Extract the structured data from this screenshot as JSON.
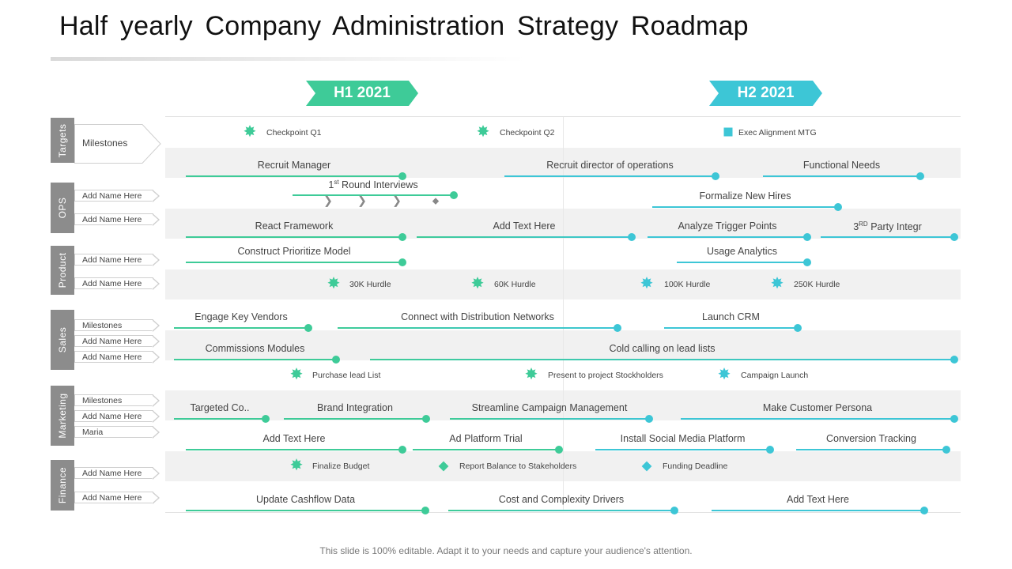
{
  "title": "Half yearly Company Administration Strategy Roadmap",
  "phases": [
    "H1 2021",
    "H2 2021"
  ],
  "groups": [
    "Targets",
    "OPS",
    "Product",
    "Sales",
    "Marketing",
    "Finance"
  ],
  "row_tags": {
    "targets_milestones": "Milestones",
    "add_name": "Add Name Here",
    "milestones": "Milestones",
    "maria": "Maria"
  },
  "tasks": {
    "recruit_manager": "Recruit Manager",
    "recruit_director": "Recruit director of operations",
    "functional_needs": "Functional Needs",
    "round_interviews": "Round  Interviews",
    "round_ordinal": "1",
    "round_sup": "st",
    "formalize_hires": "Formalize New Hires",
    "react_framework": "React Framework",
    "add_text_1": "Add Text Here",
    "analyze_trigger": "Analyze Trigger  Points",
    "party_integr": "Party Integr",
    "party_ordinal": "3",
    "party_sup": "RD",
    "construct_model": "Construct Prioritize Model",
    "usage_analytics": "Usage Analytics",
    "engage_vendors": "Engage Key Vendors",
    "connect_networks": "Connect with Distribution Networks",
    "launch_crm": "Launch CRM",
    "commissions": "Commissions Modules",
    "cold_calling": "Cold calling on lead lists",
    "targeted": "Targeted  Co..",
    "brand_integration": "Brand Integration",
    "streamline": "Streamline Campaign Management",
    "customer_persona": "Make Customer Persona",
    "add_text_2": "Add Text Here",
    "ad_platform": "Ad Platform Trial",
    "install_social": "Install Social Media Platform",
    "conversion": "Conversion  Tracking",
    "update_cashflow": "Update Cashflow  Data",
    "cost_drivers": "Cost and Complexity Drivers",
    "add_text_3": "Add Text Here"
  },
  "markers": {
    "checkpoint_q1": "Checkpoint Q1",
    "checkpoint_q2": "Checkpoint Q2",
    "exec_alignment": "Exec Alignment MTG",
    "hurdle_30k": "30K Hurdle",
    "hurdle_60k": "60K Hurdle",
    "hurdle_100k": "100K Hurdle",
    "hurdle_250k": "250K Hurdle",
    "purchase_lead": "Purchase lead List",
    "present_stockholders": "Present to project Stockholders",
    "campaign_launch": "Campaign  Launch",
    "finalize_budget": "Finalize Budget",
    "report_balance": "Report Balance to Stakeholders",
    "funding_deadline": "Funding Deadline"
  },
  "footer": "This slide is 100% editable. Adapt it to your needs and capture your audience's attention.",
  "colors": {
    "green": "#3ecb98",
    "teal": "#3dc6d6",
    "gray_band": "#f1f1f1",
    "group_gray": "#8c8c8c"
  }
}
